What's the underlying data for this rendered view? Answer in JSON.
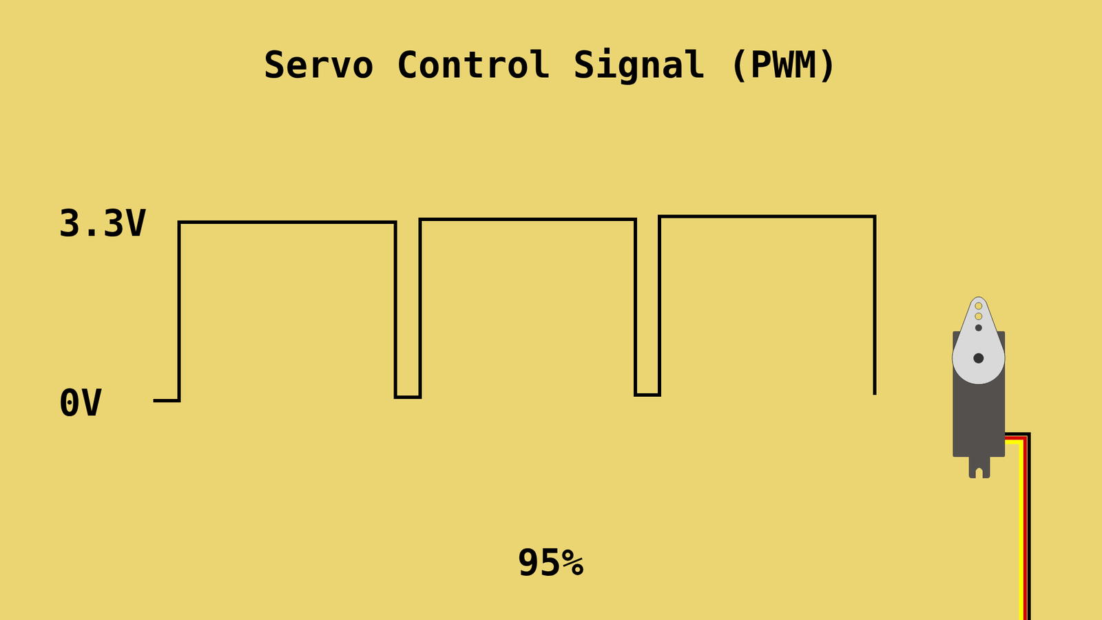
{
  "diagram": {
    "title": "Servo Control Signal (PWM)",
    "labels": [
      "3.3V",
      "0V",
      "95%"
    ]
  }
}
